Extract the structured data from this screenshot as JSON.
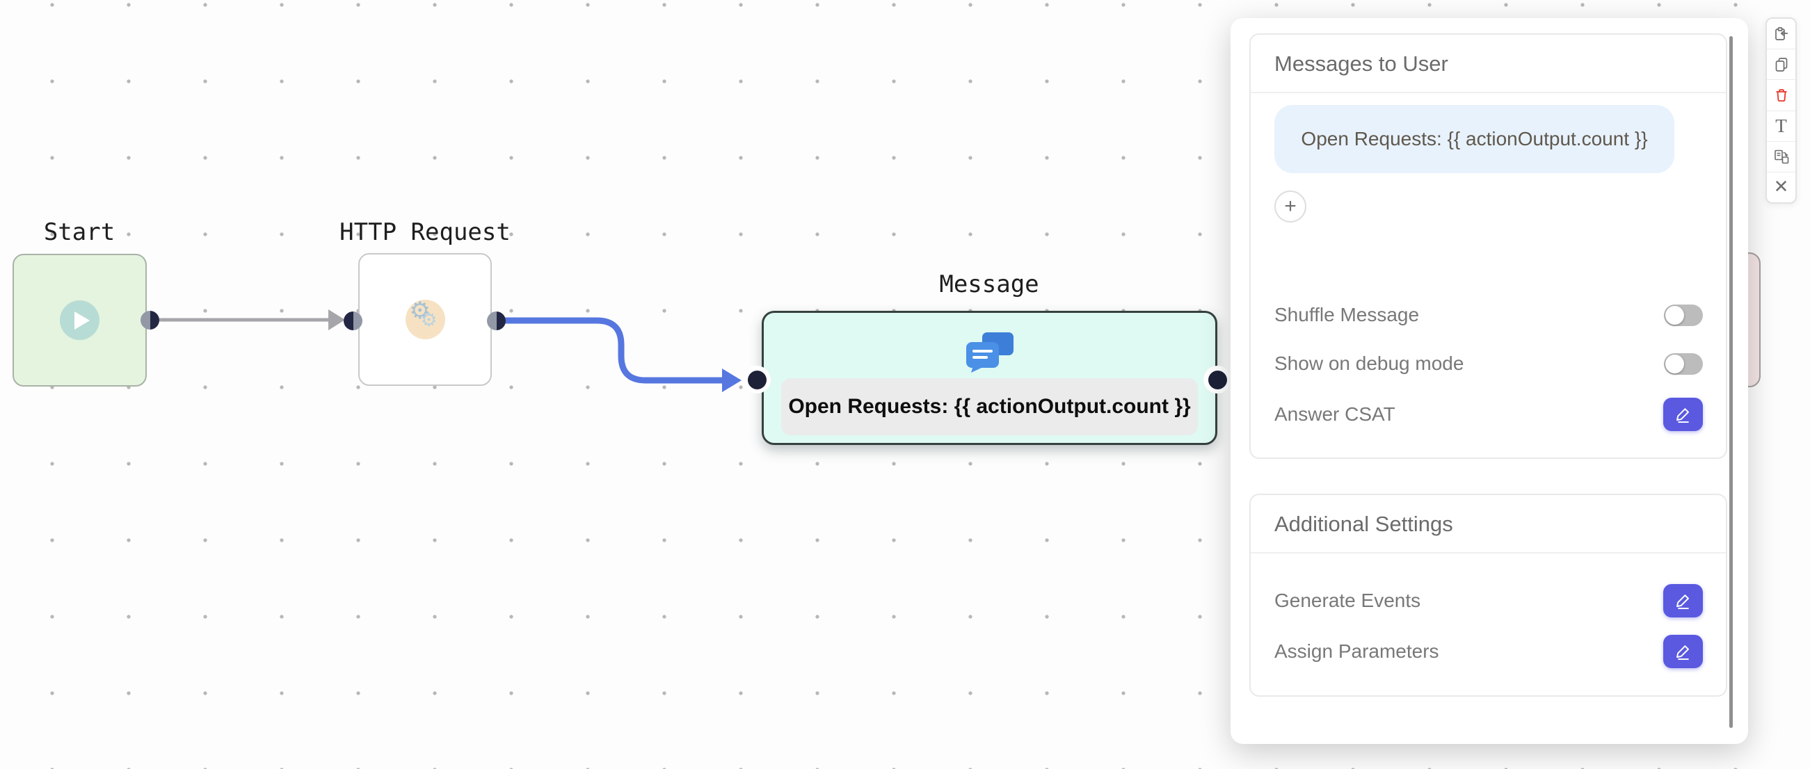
{
  "canvas": {
    "nodes": [
      {
        "id": "start",
        "label": "Start",
        "type": "start"
      },
      {
        "id": "http",
        "label": "HTTP Request",
        "type": "http-request"
      },
      {
        "id": "message",
        "label": "Message",
        "type": "message",
        "content": "Open Requests: {{ actionOutput.count }}"
      }
    ],
    "edges": [
      {
        "from": "start",
        "to": "http",
        "color": "#a6a6aa"
      },
      {
        "from": "http",
        "to": "message",
        "color": "#5677e0"
      }
    ]
  },
  "drawer": {
    "sections": [
      {
        "title": "Messages to User",
        "messages": [
          "Open Requests: {{ actionOutput.count }}"
        ],
        "add_button": "+",
        "rows": [
          {
            "label": "Shuffle Message",
            "control": "toggle",
            "state": "off"
          },
          {
            "label": "Show on debug mode",
            "control": "toggle",
            "state": "off"
          },
          {
            "label": "Answer CSAT",
            "control": "edit-button"
          }
        ]
      },
      {
        "title": "Additional Settings",
        "rows": [
          {
            "label": "Generate Events",
            "control": "edit-button"
          },
          {
            "label": "Assign Parameters",
            "control": "edit-button"
          }
        ]
      }
    ]
  },
  "toolbar": {
    "buttons": [
      {
        "name": "paste"
      },
      {
        "name": "copy"
      },
      {
        "name": "delete"
      },
      {
        "name": "text"
      },
      {
        "name": "duplicate-to-page"
      },
      {
        "name": "close"
      }
    ]
  },
  "colors": {
    "accent_indigo": "#5a59e0",
    "edge_blue": "#5677e0",
    "edge_gray": "#a6a6aa",
    "delete_red": "#e8372c",
    "start_node_fill": "#e5f4df",
    "message_node_fill": "#defaf2",
    "message_bubble_fill": "#e8f2fc",
    "pink_node_fill": "#f5e6e6"
  }
}
